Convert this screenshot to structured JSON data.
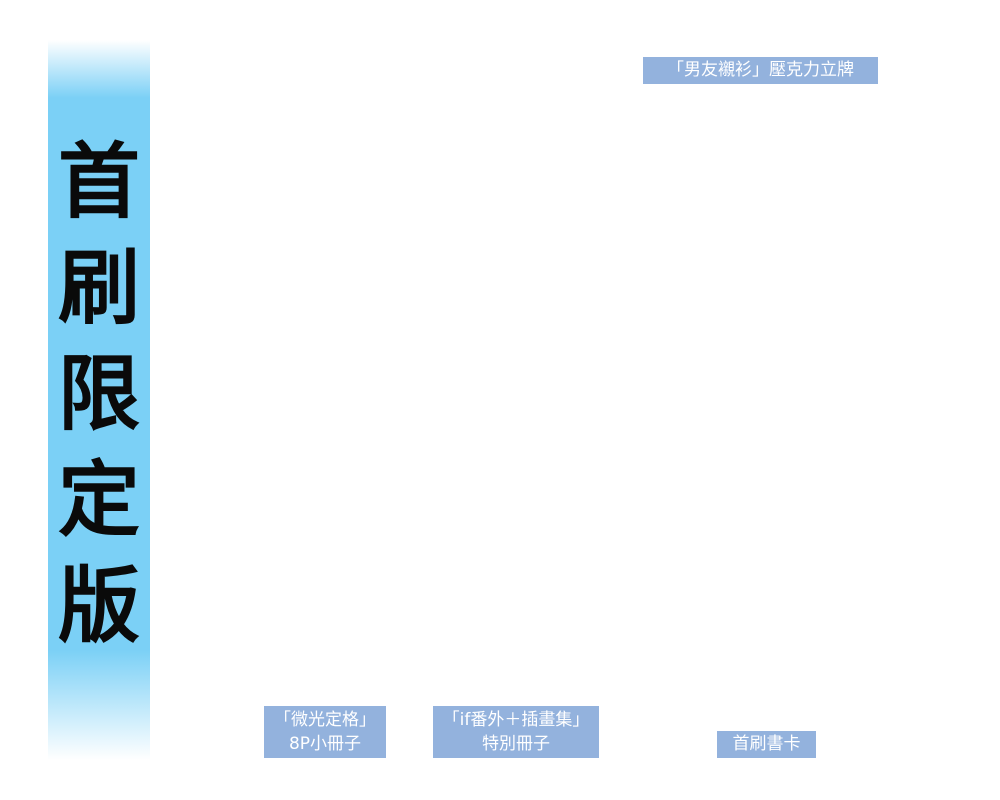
{
  "banner": {
    "chars": [
      "首",
      "刷",
      "限",
      "定",
      "版"
    ],
    "color": "#7bd0f6"
  },
  "tags": {
    "acrylic_stand": "「男友襯衫」壓克力立牌",
    "booklet_line1": "「微光定格」",
    "booklet_line2": "8P小冊子",
    "extra_line1": "「if番外＋插畫集」",
    "extra_line2": "特別冊子",
    "card": "首刷書卡",
    "color": "#93b2dd"
  }
}
